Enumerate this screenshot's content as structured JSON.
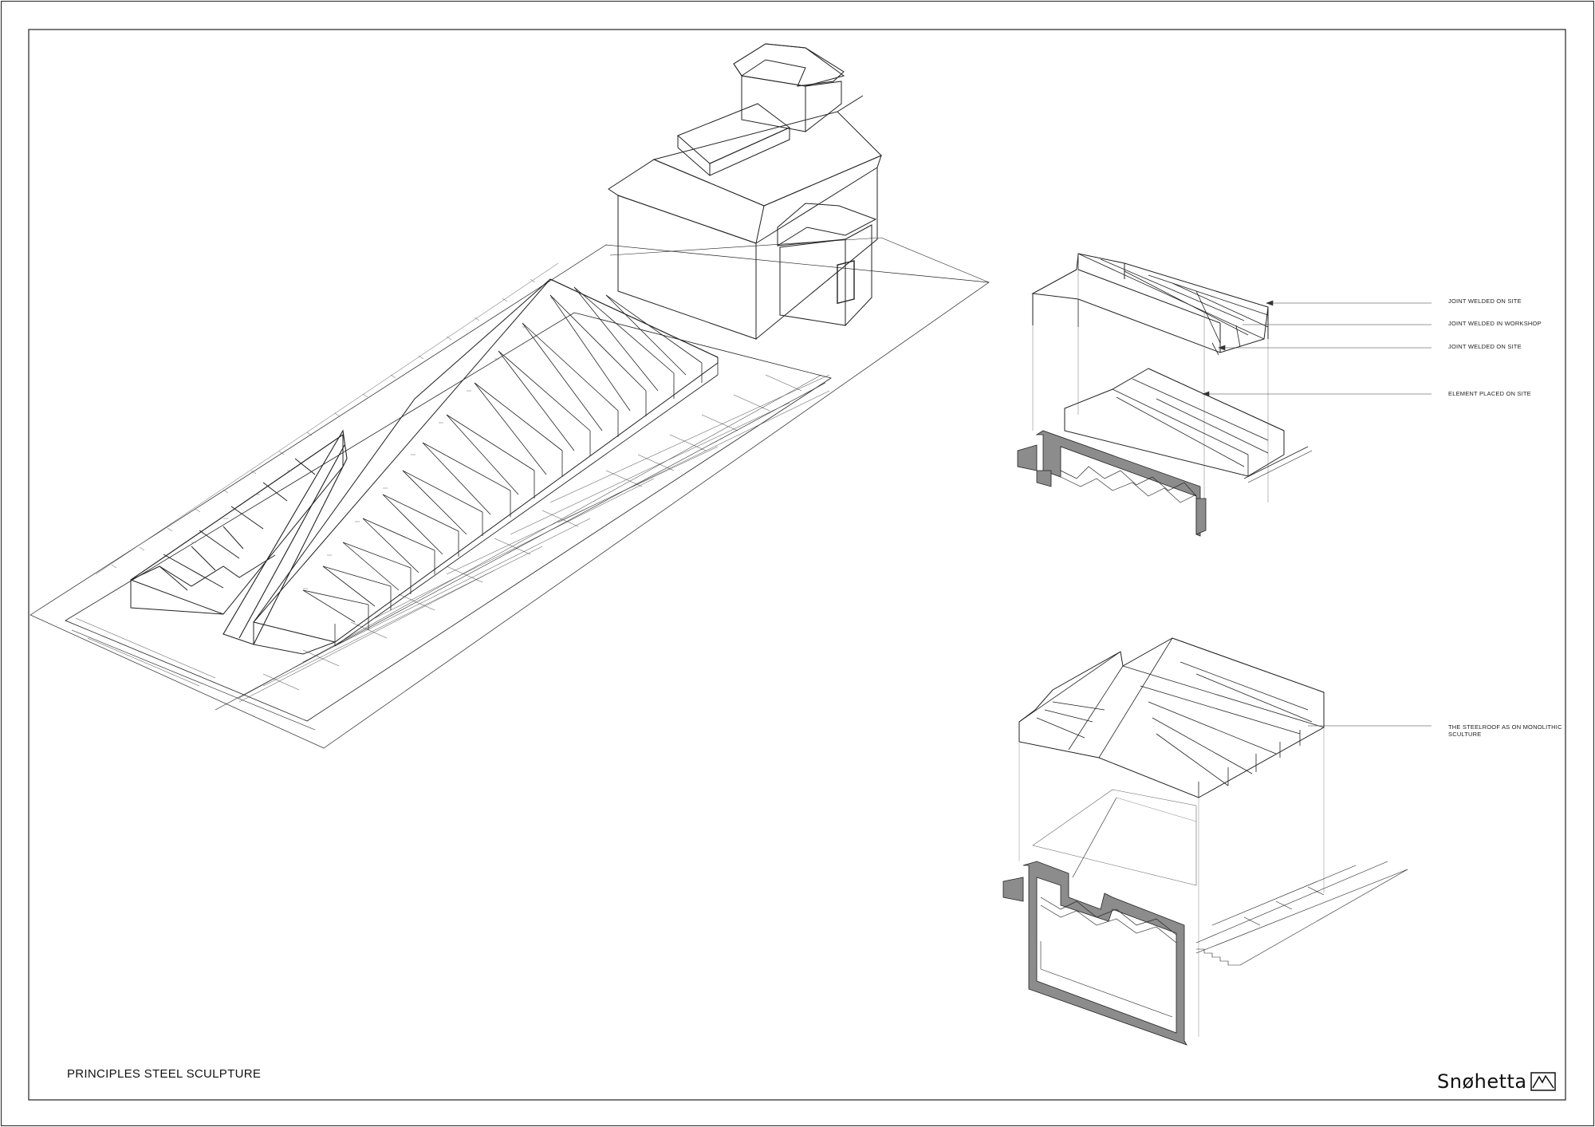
{
  "sheet": {
    "title": "PRINCIPLES STEEL SCULPTURE",
    "logo_text": "Snøhetta"
  },
  "callouts": {
    "upper": [
      "JOINT WELDED ON SITE",
      "JOINT WELDED IN WORKSHOP",
      "JOINT WELDED ON SITE",
      "ELEMENT PLACED ON SITE"
    ],
    "lower_line1": "THE STEELROOF AS ON MONOLITHIC",
    "lower_line2": "SCULTURE"
  },
  "colors": {
    "line": "#222222",
    "section_fill": "#8c8c8c",
    "paper": "#ffffff"
  },
  "icons": [
    "mountain-logo-icon"
  ]
}
